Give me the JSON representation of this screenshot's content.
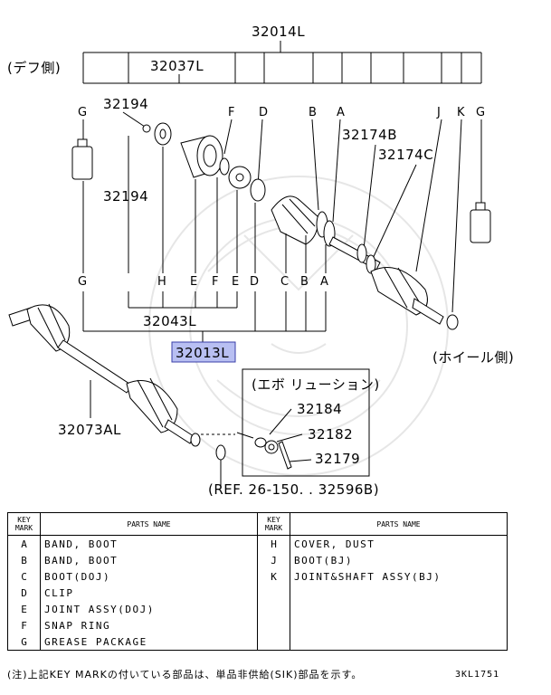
{
  "labels": {
    "p32014L": "32014L",
    "p32037L": "32037L",
    "diff_side": "(デフ側)",
    "wheel_side": "(ホイール側)",
    "p32194_top": "32194",
    "p32194_mid": "32194",
    "p32174B": "32174B",
    "p32174C": "32174C",
    "p32043L": "32043L",
    "p32013L": "32013L",
    "p32073AL": "32073AL",
    "evolution": "(エボ リューション)",
    "p32184": "32184",
    "p32182": "32182",
    "p32179": "32179",
    "ref": "(REF. 26-150. . 32596B)"
  },
  "top_marks": [
    "G",
    "F",
    "D",
    "B",
    "A",
    "J",
    "K",
    "G"
  ],
  "bottom_marks": [
    "G",
    "H",
    "E",
    "F",
    "E",
    "D",
    "C",
    "B",
    "A"
  ],
  "legend": {
    "header": {
      "key_mark_1": "KEY",
      "key_mark_2": "MARK",
      "parts_name": "PARTS NAME",
      "key_mark_b1": "KEY",
      "key_mark_b2": "MARK",
      "parts_name_b": "PARTS NAME"
    },
    "rows": [
      {
        "k1": "A",
        "n1": "BAND, BOOT",
        "k2": "H",
        "n2": "COVER, DUST"
      },
      {
        "k1": "B",
        "n1": "BAND, BOOT",
        "k2": "J",
        "n2": "BOOT(BJ)"
      },
      {
        "k1": "C",
        "n1": "BOOT(DOJ)",
        "k2": "K",
        "n2": "JOINT&SHAFT ASSY(BJ)"
      },
      {
        "k1": "D",
        "n1": "CLIP",
        "k2": "",
        "n2": ""
      },
      {
        "k1": "E",
        "n1": "JOINT ASSY(DOJ)",
        "k2": "",
        "n2": ""
      },
      {
        "k1": "F",
        "n1": "SNAP RING",
        "k2": "",
        "n2": ""
      },
      {
        "k1": "G",
        "n1": "GREASE PACKAGE",
        "k2": "",
        "n2": ""
      }
    ]
  },
  "note": "(注)上記KEY MARKの付いている部品は、単品非供給(SIK)部品を示す。",
  "code": "3KL1751",
  "colors": {
    "highlight": "#b8bff2",
    "highlight_border": "#3a3fa8"
  }
}
